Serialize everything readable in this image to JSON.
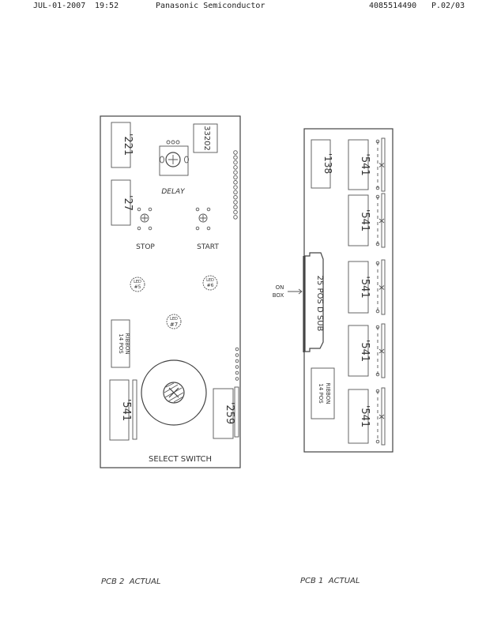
{
  "fax_header": {
    "date": "JUL-01-2007",
    "time": "19:52",
    "sender": "Panasonic Semiconductor",
    "phone": "4085514490",
    "page": "P.02/03"
  },
  "pcb2": {
    "chips": {
      "c221": "'221",
      "c27": "'27",
      "c33202": "33202",
      "c541": "'541",
      "c259": "'259"
    },
    "ribbon": [
      "14 POS",
      "RIBBON"
    ],
    "labels": {
      "delay": "DELAY",
      "stop": "STOP",
      "start": "START",
      "select": "SELECT SWITCH"
    },
    "leds": [
      [
        "LED",
        "#5"
      ],
      [
        "LED",
        "#6"
      ],
      [
        "LED",
        "#7"
      ]
    ],
    "caption": "PCB 2  ACTUAL"
  },
  "pcb1": {
    "chip138": "'138",
    "chips541": [
      "'541",
      "'541",
      "'541",
      "'541",
      "'541"
    ],
    "dsub": "25 POS D SUB",
    "on_box": [
      "ON",
      "BOX"
    ],
    "ribbon": [
      "14 POS",
      "RIBBON"
    ],
    "caption": "PCB 1  ACTUAL"
  }
}
